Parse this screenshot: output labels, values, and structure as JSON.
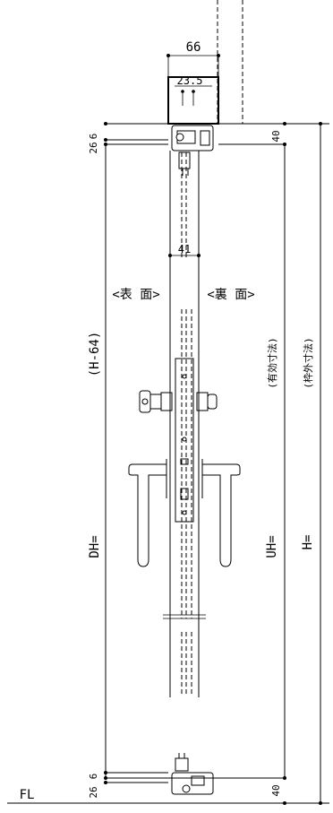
{
  "labels": {
    "frame_width": "66",
    "frame_inner": "23.5",
    "head_gap": "6",
    "head_gap2": "26",
    "head_40": "40",
    "door_thickness": "41",
    "front_face": "<表 面>",
    "back_face": "<裏 面>",
    "dh_formula": "(H-64)",
    "effective_dim": "(有効寸法)",
    "frame_outer_dim": "(枠外寸法)",
    "dh": "DH=",
    "uh": "UH=",
    "h": "H=",
    "fl": "FL",
    "bottom_26": "26",
    "bottom_6": "6",
    "bottom_40": "40"
  }
}
